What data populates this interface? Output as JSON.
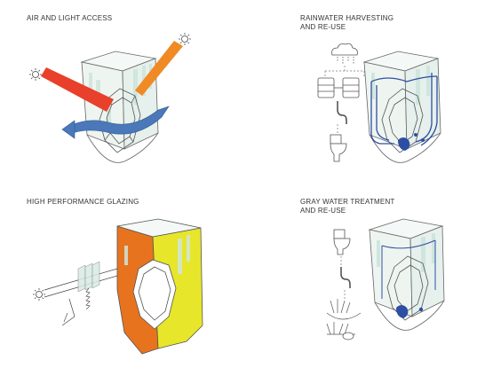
{
  "panels": [
    {
      "id": "air",
      "title_lines": [
        "AIR AND LIGHT ACCESS"
      ]
    },
    {
      "id": "rain",
      "title_lines": [
        "RAINWATER HARVESTING",
        "AND RE-USE"
      ]
    },
    {
      "id": "glazing",
      "title_lines": [
        "HIGH PERFORMANCE GLAZING"
      ]
    },
    {
      "id": "gray",
      "title_lines": [
        "GRAY WATER TREATMENT",
        "AND RE-USE"
      ]
    }
  ],
  "colors": {
    "outline": "#555555",
    "glass": "#cfe6dc",
    "red_beam": "#e8402a",
    "orange_beam": "#f08a24",
    "wind": "#4a78b8",
    "water": "#2d4fa3",
    "glazing_orange": "#e8731e",
    "glazing_yellow": "#e7e62a"
  },
  "icons": [
    "sun-icon",
    "cloud-icon",
    "tank-icon",
    "toilet-icon",
    "pipe-icon",
    "filter-plant-icon"
  ]
}
